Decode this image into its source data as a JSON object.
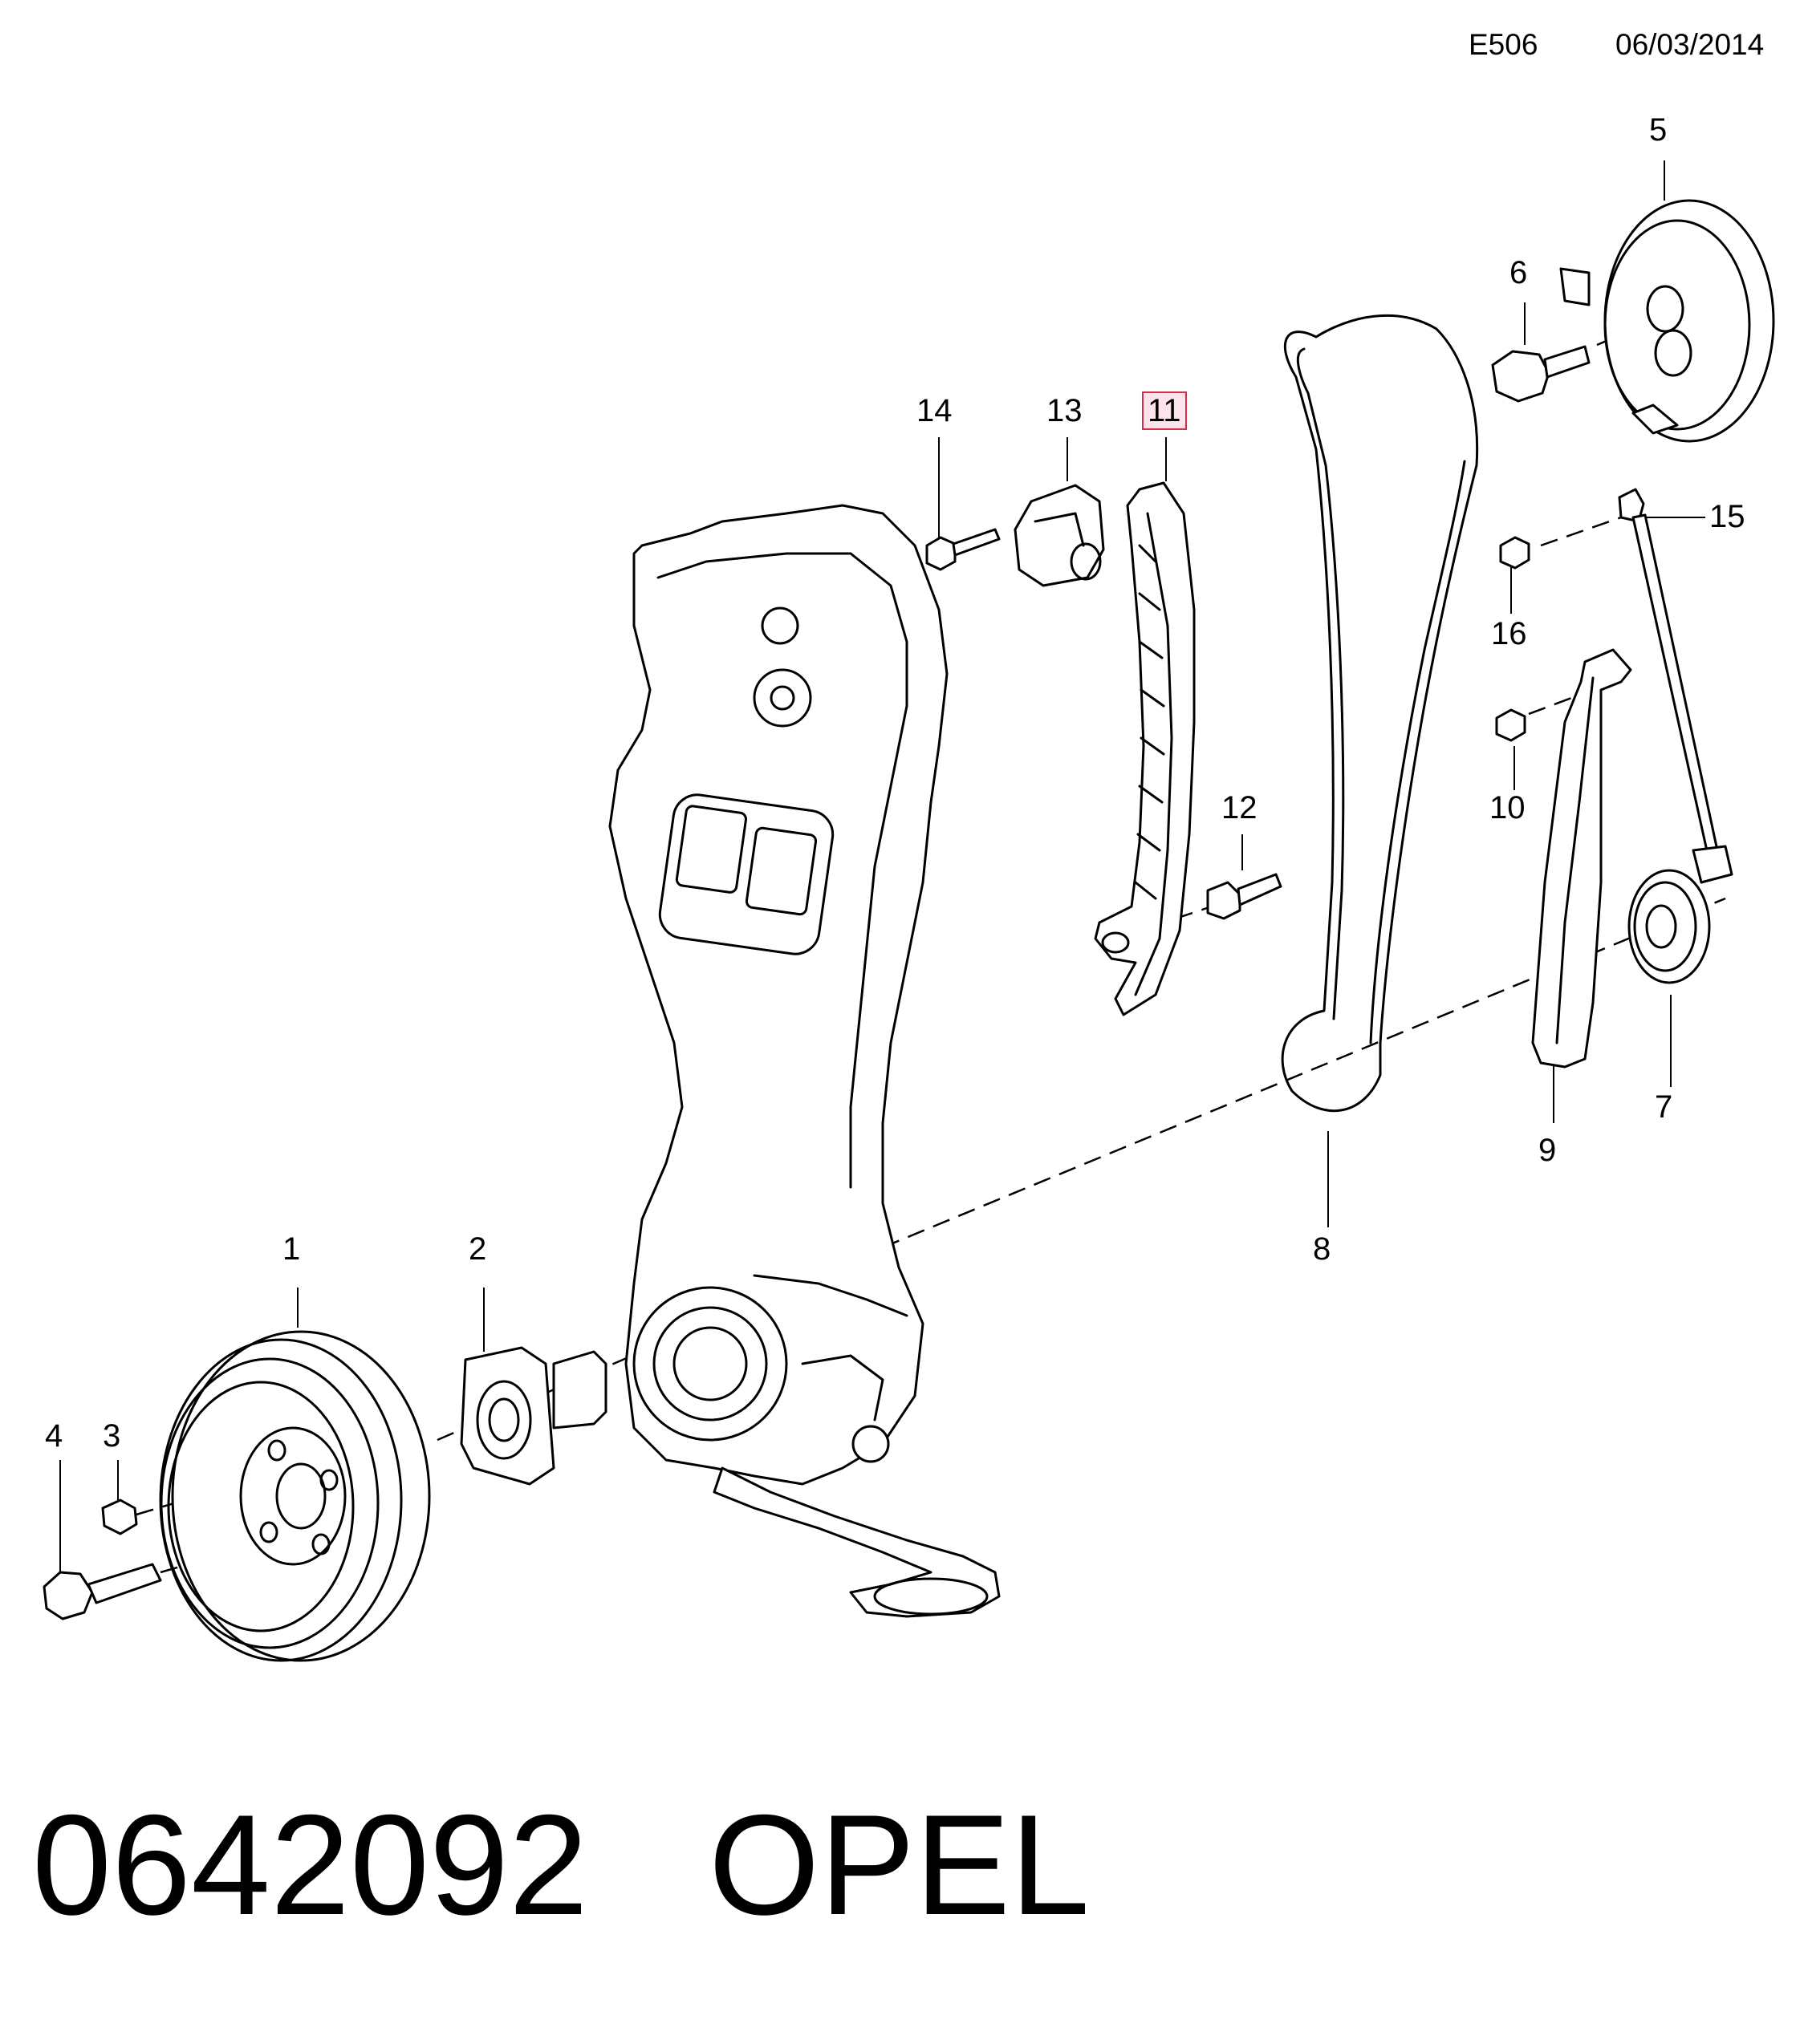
{
  "header": {
    "diagram_code": "E506",
    "date": "06/03/2014"
  },
  "footer": {
    "part_number": "0642092",
    "brand": "OPEL"
  },
  "callouts": [
    {
      "id": "1",
      "label": "1",
      "highlighted": false
    },
    {
      "id": "2",
      "label": "2",
      "highlighted": false
    },
    {
      "id": "3",
      "label": "3",
      "highlighted": false
    },
    {
      "id": "4",
      "label": "4",
      "highlighted": false
    },
    {
      "id": "5",
      "label": "5",
      "highlighted": false
    },
    {
      "id": "6",
      "label": "6",
      "highlighted": false
    },
    {
      "id": "7",
      "label": "7",
      "highlighted": false
    },
    {
      "id": "8",
      "label": "8",
      "highlighted": false
    },
    {
      "id": "9",
      "label": "9",
      "highlighted": false
    },
    {
      "id": "10",
      "label": "10",
      "highlighted": false
    },
    {
      "id": "11",
      "label": "11",
      "highlighted": true
    },
    {
      "id": "12",
      "label": "12",
      "highlighted": false
    },
    {
      "id": "13",
      "label": "13",
      "highlighted": false
    },
    {
      "id": "14",
      "label": "14",
      "highlighted": false
    },
    {
      "id": "15",
      "label": "15",
      "highlighted": false
    },
    {
      "id": "16",
      "label": "16",
      "highlighted": false
    }
  ],
  "colors": {
    "line": "#000000",
    "background": "#ffffff",
    "highlight_fill": "#fde3ea",
    "highlight_border": "#d32f4a"
  }
}
